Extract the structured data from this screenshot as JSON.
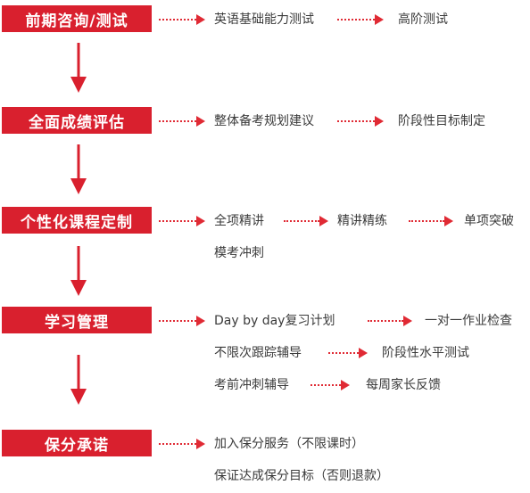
{
  "colors": {
    "accent": "#d9202e",
    "text": "#3a3a3a"
  },
  "stages": [
    {
      "label": "前期咨询/测试",
      "steps": [
        "英语基础能力测试",
        "高阶测试"
      ],
      "extra": []
    },
    {
      "label": "全面成绩评估",
      "steps": [
        "整体备考规划建议",
        "阶段性目标制定"
      ],
      "extra": []
    },
    {
      "label": "个性化课程定制",
      "steps": [
        "全项精讲",
        "精讲精练",
        "单项突破"
      ],
      "extra": [
        [
          "模考冲刺"
        ]
      ]
    },
    {
      "label": "学习管理",
      "steps": [
        "Day by day复习计划",
        "一对一作业检查"
      ],
      "extra": [
        [
          "不限次跟踪辅导",
          "阶段性水平测试"
        ],
        [
          "考前冲刺辅导",
          "每周家长反馈"
        ]
      ]
    },
    {
      "label": "保分承诺",
      "steps": [
        "加入保分服务（不限课时）"
      ],
      "extra": [
        [
          "保证达成保分目标（否则退款）"
        ]
      ]
    }
  ]
}
